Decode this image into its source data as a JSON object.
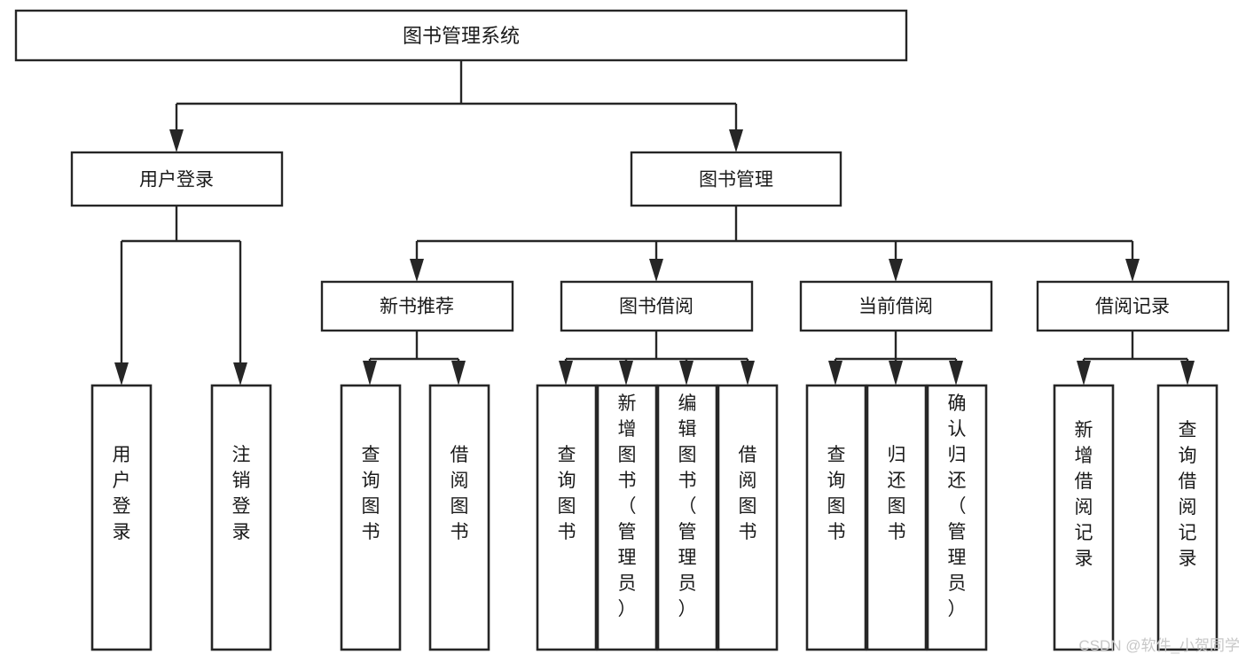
{
  "diagram": {
    "title": "图书管理系统",
    "type": "hierarchy-tree",
    "background": "#ffffff",
    "stroke_color": "#262626",
    "text_color": "#1a1a1a",
    "watermark": "CSDN @软件_小贺同学",
    "watermark_color": "#c7c7c7"
  },
  "nodes": {
    "root": {
      "label": "图书管理系统"
    },
    "level2": [
      {
        "id": "user-login",
        "label": "用户登录"
      },
      {
        "id": "book-management",
        "label": "图书管理"
      }
    ],
    "level3": [
      {
        "id": "new-book-recommend",
        "label": "新书推荐"
      },
      {
        "id": "book-borrow",
        "label": "图书借阅"
      },
      {
        "id": "current-borrow",
        "label": "当前借阅"
      },
      {
        "id": "borrow-record",
        "label": "借阅记录"
      }
    ],
    "leaves": {
      "user_login": [
        {
          "id": "leaf-user-login",
          "label": "用户登录",
          "align": "bottom"
        },
        {
          "id": "leaf-user-logout",
          "label": "注销登录",
          "align": "bottom"
        }
      ],
      "new_book_recommend": [
        {
          "id": "leaf-query-book-1",
          "label": "查询图书",
          "align": "middle"
        },
        {
          "id": "leaf-borrow-book-1",
          "label": "借阅图书",
          "align": "middle"
        }
      ],
      "book_borrow": [
        {
          "id": "leaf-query-book-2",
          "label": "查询图书",
          "align": "middle"
        },
        {
          "id": "leaf-add-book",
          "label": "新增图书（管理员）",
          "align": "top"
        },
        {
          "id": "leaf-edit-book",
          "label": "编辑图书（管理员）",
          "align": "top"
        },
        {
          "id": "leaf-borrow-book-2",
          "label": "借阅图书",
          "align": "middle"
        }
      ],
      "current_borrow": [
        {
          "id": "leaf-query-book-3",
          "label": "查询图书",
          "align": "middle"
        },
        {
          "id": "leaf-return-book",
          "label": "归还图书",
          "align": "middle"
        },
        {
          "id": "leaf-confirm-return",
          "label": "确认归还（管理员）",
          "align": "top"
        }
      ],
      "borrow_record": [
        {
          "id": "leaf-add-record",
          "label": "新增借阅记录",
          "align": "middle"
        },
        {
          "id": "leaf-query-record",
          "label": "查询借阅记录",
          "align": "middle"
        }
      ]
    }
  },
  "chart_data": {
    "type": "tree",
    "title": "图书管理系统",
    "edges": [
      {
        "from": "图书管理系统",
        "to": "用户登录"
      },
      {
        "from": "图书管理系统",
        "to": "图书管理"
      },
      {
        "from": "用户登录",
        "to": "用户登录"
      },
      {
        "from": "用户登录",
        "to": "注销登录"
      },
      {
        "from": "图书管理",
        "to": "新书推荐"
      },
      {
        "from": "图书管理",
        "to": "图书借阅"
      },
      {
        "from": "图书管理",
        "to": "当前借阅"
      },
      {
        "from": "图书管理",
        "to": "借阅记录"
      },
      {
        "from": "新书推荐",
        "to": "查询图书"
      },
      {
        "from": "新书推荐",
        "to": "借阅图书"
      },
      {
        "from": "图书借阅",
        "to": "查询图书"
      },
      {
        "from": "图书借阅",
        "to": "新增图书（管理员）"
      },
      {
        "from": "图书借阅",
        "to": "编辑图书（管理员）"
      },
      {
        "from": "图书借阅",
        "to": "借阅图书"
      },
      {
        "from": "当前借阅",
        "to": "查询图书"
      },
      {
        "from": "当前借阅",
        "to": "归还图书"
      },
      {
        "from": "当前借阅",
        "to": "确认归还（管理员）"
      },
      {
        "from": "借阅记录",
        "to": "新增借阅记录"
      },
      {
        "from": "借阅记录",
        "to": "查询借阅记录"
      }
    ]
  }
}
